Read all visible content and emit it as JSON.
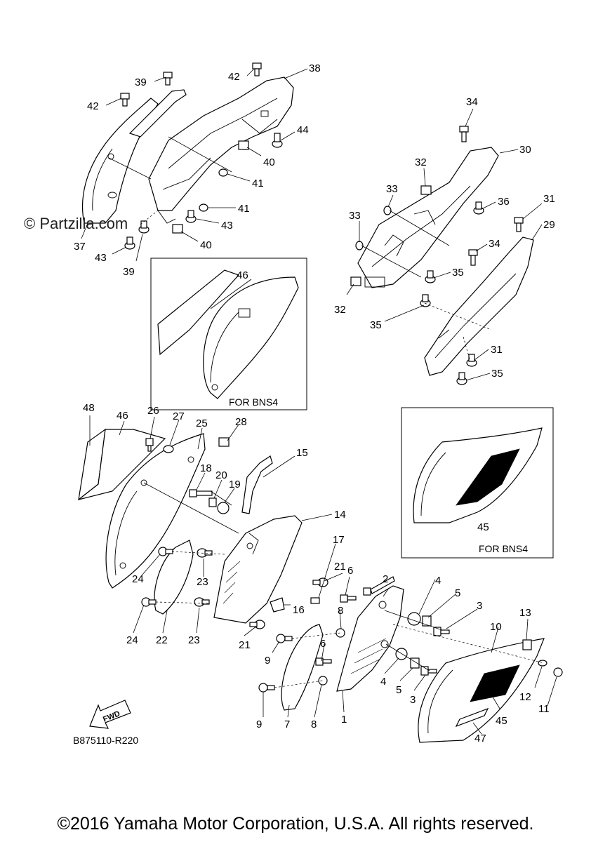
{
  "watermark": "© Partzilla.com",
  "diagram_ref": "B875110-R220",
  "fwd_label": "FWD",
  "copyright": "©2016 Yamaha Motor Corporation, U.S.A. All rights reserved.",
  "inset_caption": "FOR BNS4",
  "labels": {
    "l1": "1",
    "l2": "2",
    "l3a": "3",
    "l3b": "3",
    "l4a": "4",
    "l4b": "4",
    "l5a": "5",
    "l5b": "5",
    "l6a": "6",
    "l6b": "6",
    "l7": "7",
    "l8a": "8",
    "l8b": "8",
    "l9a": "9",
    "l9b": "9",
    "l10": "10",
    "l11": "11",
    "l12": "12",
    "l13": "13",
    "l14": "14",
    "l15": "15",
    "l16": "16",
    "l17": "17",
    "l18": "18",
    "l19": "19",
    "l20": "20",
    "l21a": "21",
    "l21b": "21",
    "l22": "22",
    "l23a": "23",
    "l23b": "23",
    "l24a": "24",
    "l24b": "24",
    "l25": "25",
    "l26": "26",
    "l27": "27",
    "l28": "28",
    "l29": "29",
    "l30": "30",
    "l31a": "31",
    "l31b": "31",
    "l32a": "32",
    "l32b": "32",
    "l33a": "33",
    "l33b": "33",
    "l34a": "34",
    "l34b": "34",
    "l35a": "35",
    "l35b": "35",
    "l35c": "35",
    "l36": "36",
    "l37": "37",
    "l38": "38",
    "l39a": "39",
    "l39b": "39",
    "l40a": "40",
    "l40b": "40",
    "l41a": "41",
    "l41b": "41",
    "l42a": "42",
    "l42b": "42",
    "l43a": "43",
    "l43b": "43",
    "l44": "44",
    "l45a": "45",
    "l45b": "45",
    "l46a": "46",
    "l46b": "46",
    "l47": "47",
    "l48": "48"
  }
}
